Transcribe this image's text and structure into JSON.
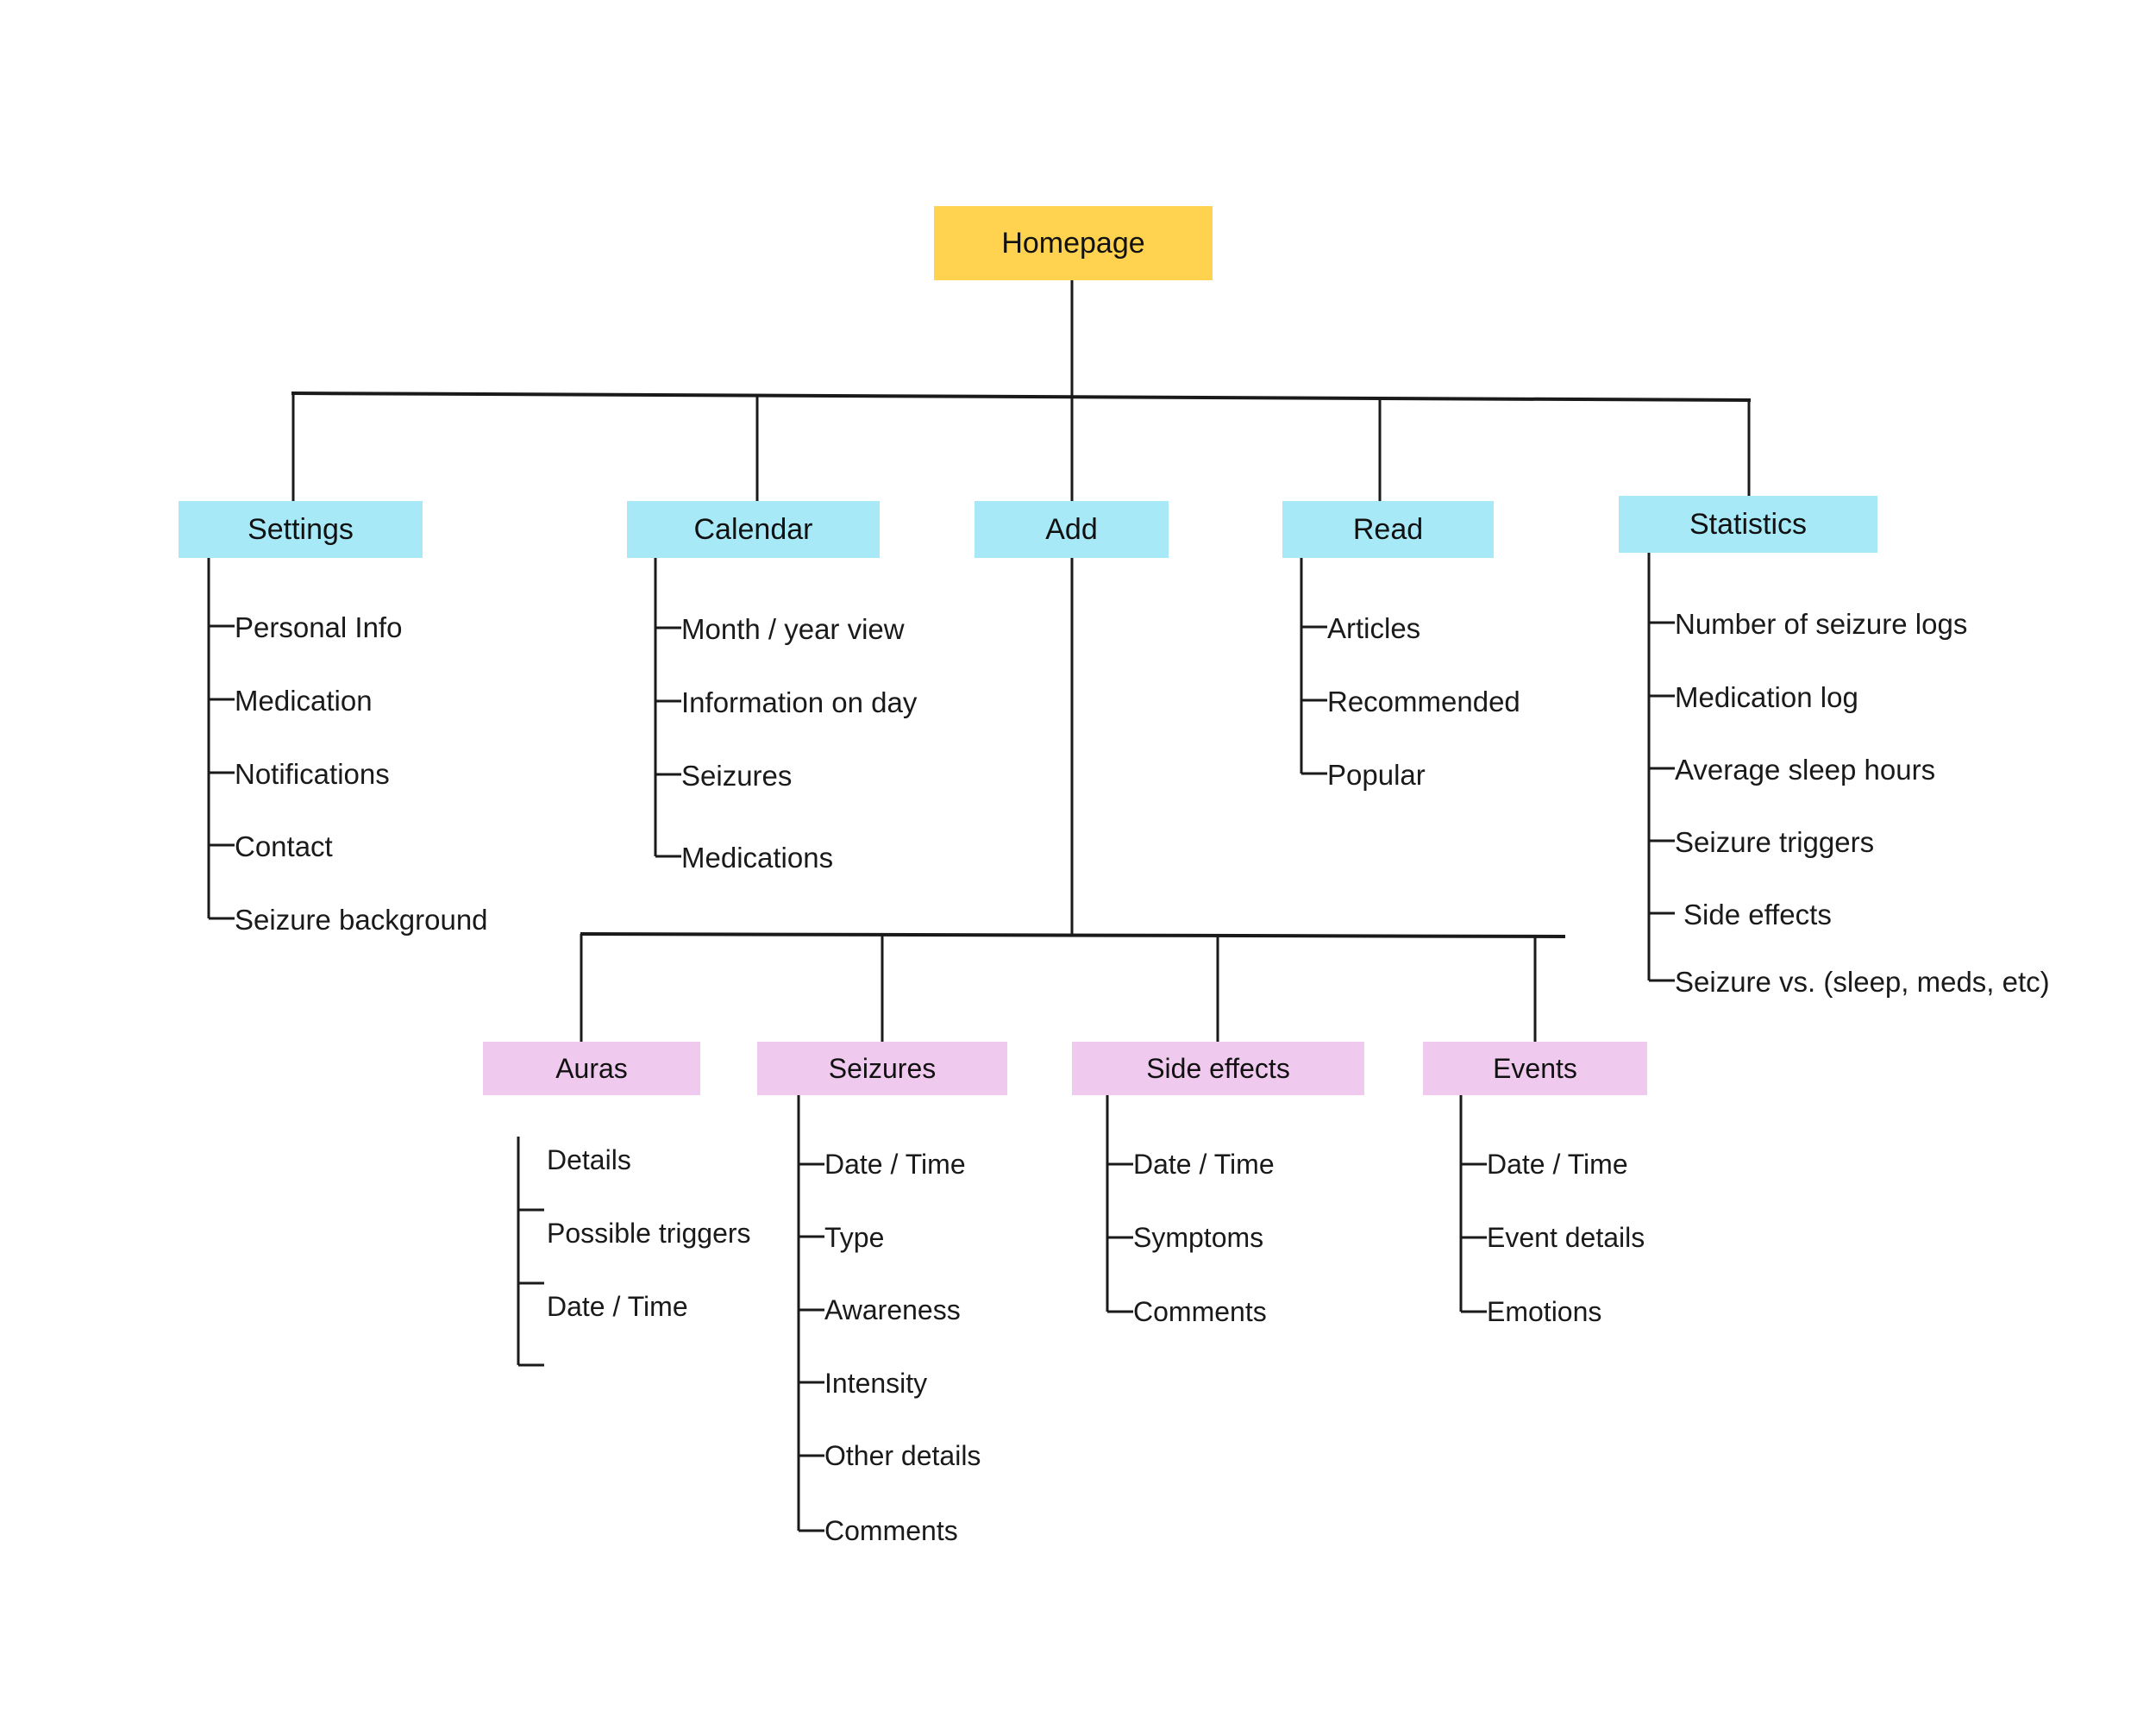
{
  "diagram": {
    "type": "sitemap-tree",
    "background": "#ffffff",
    "colors": {
      "root": "#FFD34F",
      "level1": "#A8E9F7",
      "level2": "#EFCAEE",
      "connector": "#1a1a1a",
      "text": "#1a1a1a"
    }
  },
  "root": {
    "label": "Homepage"
  },
  "level1": [
    {
      "label": "Settings",
      "children": [
        "Personal Info",
        "Medication",
        "Notifications",
        "Contact",
        "Seizure background"
      ]
    },
    {
      "label": "Calendar",
      "children": [
        "Month / year view",
        "Information on day",
        "Seizures",
        "Medications"
      ]
    },
    {
      "label": "Add",
      "children": []
    },
    {
      "label": "Read",
      "children": [
        "Articles",
        "Recommended",
        "Popular"
      ]
    },
    {
      "label": "Statistics",
      "children": [
        "Number of seizure logs",
        "Medication log",
        "Average sleep hours",
        "Seizure triggers",
        "Side effects",
        "Seizure vs. (sleep, meds, etc)"
      ]
    }
  ],
  "level2": [
    {
      "label": "Auras",
      "children": [
        "Details",
        "Possible triggers",
        "Date / Time"
      ]
    },
    {
      "label": "Seizures",
      "children": [
        "Date / Time",
        "Type",
        "Awareness",
        "Intensity",
        "Other details",
        "Comments"
      ]
    },
    {
      "label": "Side effects",
      "children": [
        "Date / Time",
        "Symptoms",
        "Comments"
      ]
    },
    {
      "label": "Events",
      "children": [
        "Date / Time",
        "Event details",
        "Emotions"
      ]
    }
  ]
}
